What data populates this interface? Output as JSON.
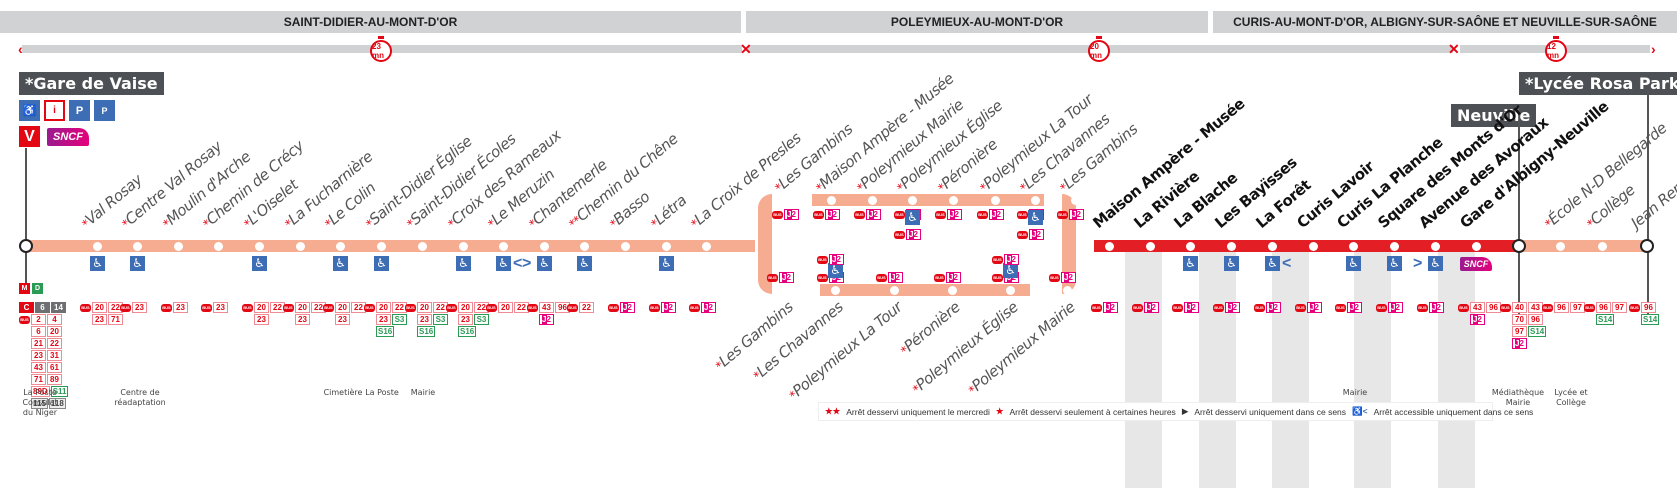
{
  "zones": [
    {
      "label": "SAINT-DIDIER-AU-MONT-D'OR",
      "duration": "23 mn"
    },
    {
      "label": "POLEYMIEUX-AU-MONT-D'OR",
      "duration": "20 mn"
    },
    {
      "label": "CURIS-AU-MONT-D'OR, ALBIGNY-SUR-SAÔNE ET NEUVILLE-SUR-SAÔNE",
      "duration": "12 mn"
    }
  ],
  "termini": {
    "start": "*Gare de Vaise",
    "middle": "Neuville",
    "end": "*Lycée Rosa Park"
  },
  "start_services": [
    "accessible",
    "TCL info",
    "P+R",
    "P+R vélo",
    "Vélo'v",
    "SNCF"
  ],
  "start_modes": [
    "M",
    "D"
  ],
  "colors": {
    "line_light": "#f5ac90",
    "line_red": "#e31e24",
    "accent_red": "#e30613",
    "access_blue": "#3d6db5",
    "j_pink": "#e6007e"
  },
  "stops_outbound": [
    {
      "name": "Val Rosay",
      "mark": "*",
      "access": true,
      "lines": [
        [
          "20",
          "22"
        ],
        [
          "23",
          "71"
        ]
      ]
    },
    {
      "name": "Centre Val Rosay",
      "mark": "*",
      "access": true,
      "lines": [
        [
          "23"
        ]
      ]
    },
    {
      "name": "Moulin d'Arche",
      "mark": "*",
      "access": false,
      "lines": [
        [
          "23"
        ]
      ]
    },
    {
      "name": "Chemin de Crécy",
      "mark": "*",
      "access": false,
      "lines": [
        [
          "23"
        ]
      ]
    },
    {
      "name": "L'Oiselet",
      "mark": "*",
      "access": true,
      "lines": [
        [
          "20",
          "22"
        ],
        [
          "23"
        ]
      ]
    },
    {
      "name": "La Fucharnière",
      "mark": "*",
      "access": false,
      "lines": [
        [
          "20",
          "22"
        ],
        [
          "23"
        ]
      ]
    },
    {
      "name": "Le Colin",
      "mark": "*",
      "access": true,
      "lines": [
        [
          "20",
          "22"
        ],
        [
          "23"
        ]
      ]
    },
    {
      "name": "Saint-Didier Église",
      "mark": "*",
      "access": true,
      "lines": [
        [
          "20",
          "22"
        ],
        [
          "23",
          "S3"
        ],
        [
          "S16"
        ]
      ]
    },
    {
      "name": "Saint-Didier Écoles",
      "mark": "*",
      "access": false,
      "lines": [
        [
          "20",
          "22"
        ],
        [
          "23",
          "S3"
        ],
        [
          "S16"
        ]
      ]
    },
    {
      "name": "Croix des Rameaux",
      "mark": "*",
      "access": true,
      "lines": [
        [
          "20",
          "22"
        ],
        [
          "23",
          "S3"
        ],
        [
          "S16"
        ]
      ]
    },
    {
      "name": "Le Meruzin",
      "mark": "*",
      "access": "left",
      "lines": [
        [
          "20",
          "22"
        ]
      ]
    },
    {
      "name": "Chantemerle",
      "mark": "*",
      "access": "right",
      "lines": [
        [
          "43",
          "96"
        ],
        [
          "J2"
        ]
      ]
    },
    {
      "name": "Chemin du Chêne",
      "mark": "**",
      "access": true,
      "lines": [
        [
          "22"
        ]
      ]
    },
    {
      "name": "Basso",
      "mark": "*",
      "access": false,
      "lines": [
        [
          "J2"
        ]
      ]
    },
    {
      "name": "Létra",
      "mark": "*",
      "access": true,
      "lines": [
        [
          "J2"
        ]
      ]
    },
    {
      "name": "La Croix de Presles",
      "mark": "*",
      "access": false,
      "lines": [
        [
          "J2"
        ]
      ]
    }
  ],
  "loop_top": [
    {
      "name": "Les Gambins",
      "mark": "*",
      "lines": [
        "J2"
      ]
    },
    {
      "name": "Maison Ampère - Musée",
      "mark": "*",
      "lines": [
        "J2"
      ]
    },
    {
      "name": "Poleymieux Mairie",
      "mark": "*",
      "lines": [
        "J2"
      ]
    },
    {
      "name": "Poleymieux Église",
      "mark": "*",
      "lines": [
        "J2"
      ],
      "access": true
    },
    {
      "name": "Péronière",
      "mark": "*",
      "lines": [
        "J2"
      ]
    },
    {
      "name": "Poleymieux La Tour",
      "mark": "*",
      "lines": [
        "J2"
      ]
    },
    {
      "name": "Les Chavannes",
      "mark": "*",
      "lines": [
        "J2"
      ],
      "access": true
    },
    {
      "name": "Les Gambins",
      "mark": "*",
      "lines": [
        "J2"
      ]
    }
  ],
  "loop_bottom": [
    {
      "name": "Les Gambins",
      "mark": "*",
      "lines": [
        "J2"
      ]
    },
    {
      "name": "Les Chavannes",
      "mark": "*",
      "lines": [
        "J2"
      ],
      "access": true
    },
    {
      "name": "Poleymieux La Tour",
      "mark": "*",
      "lines": [
        "J2"
      ]
    },
    {
      "name": "Péronière",
      "mark": "*",
      "lines": [
        "J2"
      ]
    },
    {
      "name": "Poleymieux Église",
      "mark": "*",
      "lines": [
        "J2"
      ],
      "access": true
    },
    {
      "name": "Poleymieux Mairie",
      "mark": "*",
      "lines": [
        "J2"
      ]
    }
  ],
  "stops_main": [
    {
      "name": "Maison Ampère - Musée",
      "access": false,
      "lines": [
        [
          "J2"
        ]
      ]
    },
    {
      "name": "La Rivière",
      "access": false,
      "lines": [
        [
          "J2"
        ]
      ]
    },
    {
      "name": "La Blache",
      "access": true,
      "lines": [
        [
          "J2"
        ]
      ]
    },
    {
      "name": "Les Bayïsses",
      "access": true,
      "lines": [
        [
          "J2"
        ]
      ]
    },
    {
      "name": "La Forêt",
      "access": "left",
      "lines": [
        [
          "J2"
        ]
      ]
    },
    {
      "name": "Curis Lavoir",
      "access": false,
      "lines": [
        [
          "J2"
        ]
      ]
    },
    {
      "name": "Curis La Planche",
      "access": true,
      "lines": [
        [
          "J2"
        ]
      ]
    },
    {
      "name": "Square des Monts d'Or",
      "access": true,
      "lines": [
        [
          "J2"
        ]
      ]
    },
    {
      "name": "Avenue des Avoraux",
      "access": "right",
      "lines": [
        [
          "J2"
        ]
      ]
    },
    {
      "name": "Gare d'Albigny-Neuville",
      "access": "sncf",
      "lines": [
        [
          "43",
          "96"
        ],
        [
          "J2"
        ]
      ]
    }
  ],
  "stops_end": [
    {
      "name": "Neuville",
      "lines": [
        [
          "40",
          "43"
        ],
        [
          "70",
          "96"
        ],
        [
          "97",
          "S14"
        ],
        [
          "J2"
        ]
      ]
    },
    {
      "name": "École N-D Bellegarde",
      "mark": "*",
      "lines": [
        [
          "96",
          "97"
        ]
      ]
    },
    {
      "name": "Collège",
      "mark": "*",
      "lines": [
        [
          "96",
          "97"
        ],
        [
          "S14"
        ]
      ]
    },
    {
      "name": "Jean Renoir",
      "mark": "",
      "lines": [
        [
          "96"
        ],
        [
          "S14"
        ]
      ]
    }
  ],
  "start_connections": {
    "c_lines": [
      "6",
      "14"
    ],
    "bus_lines": [
      [
        "2",
        "4"
      ],
      [
        "6",
        "20"
      ],
      [
        "21",
        "22"
      ],
      [
        "23",
        "31"
      ],
      [
        "43",
        "61"
      ],
      [
        "71",
        "89"
      ],
      [
        "89D",
        "S11"
      ],
      [
        "115",
        "118"
      ]
    ]
  },
  "places": [
    {
      "text": "La Poste\nConsulat\ndu Niger"
    },
    {
      "text": "Centre de\nréadaptation"
    },
    {
      "text": "Cimetière"
    },
    {
      "text": "La Poste"
    },
    {
      "text": "Mairie"
    },
    {
      "text": "Mairie"
    },
    {
      "text": "Médiathèque\nMairie"
    },
    {
      "text": "Lycée et\nCollège"
    }
  ],
  "legend": [
    {
      "symbol": "★★",
      "text": "Arrêt desservi uniquement le mercredi"
    },
    {
      "symbol": "★",
      "text": "Arrêt desservi seulement à certaines heures"
    },
    {
      "symbol": "▶",
      "text": "Arrêt desservi uniquement dans ce sens"
    },
    {
      "symbol": "♿<",
      "text": "Arrêt accessible uniquement dans ce sens"
    }
  ],
  "icons": {
    "bus": "BUS",
    "sncf": "SNCF",
    "wheelchair": "♿"
  }
}
